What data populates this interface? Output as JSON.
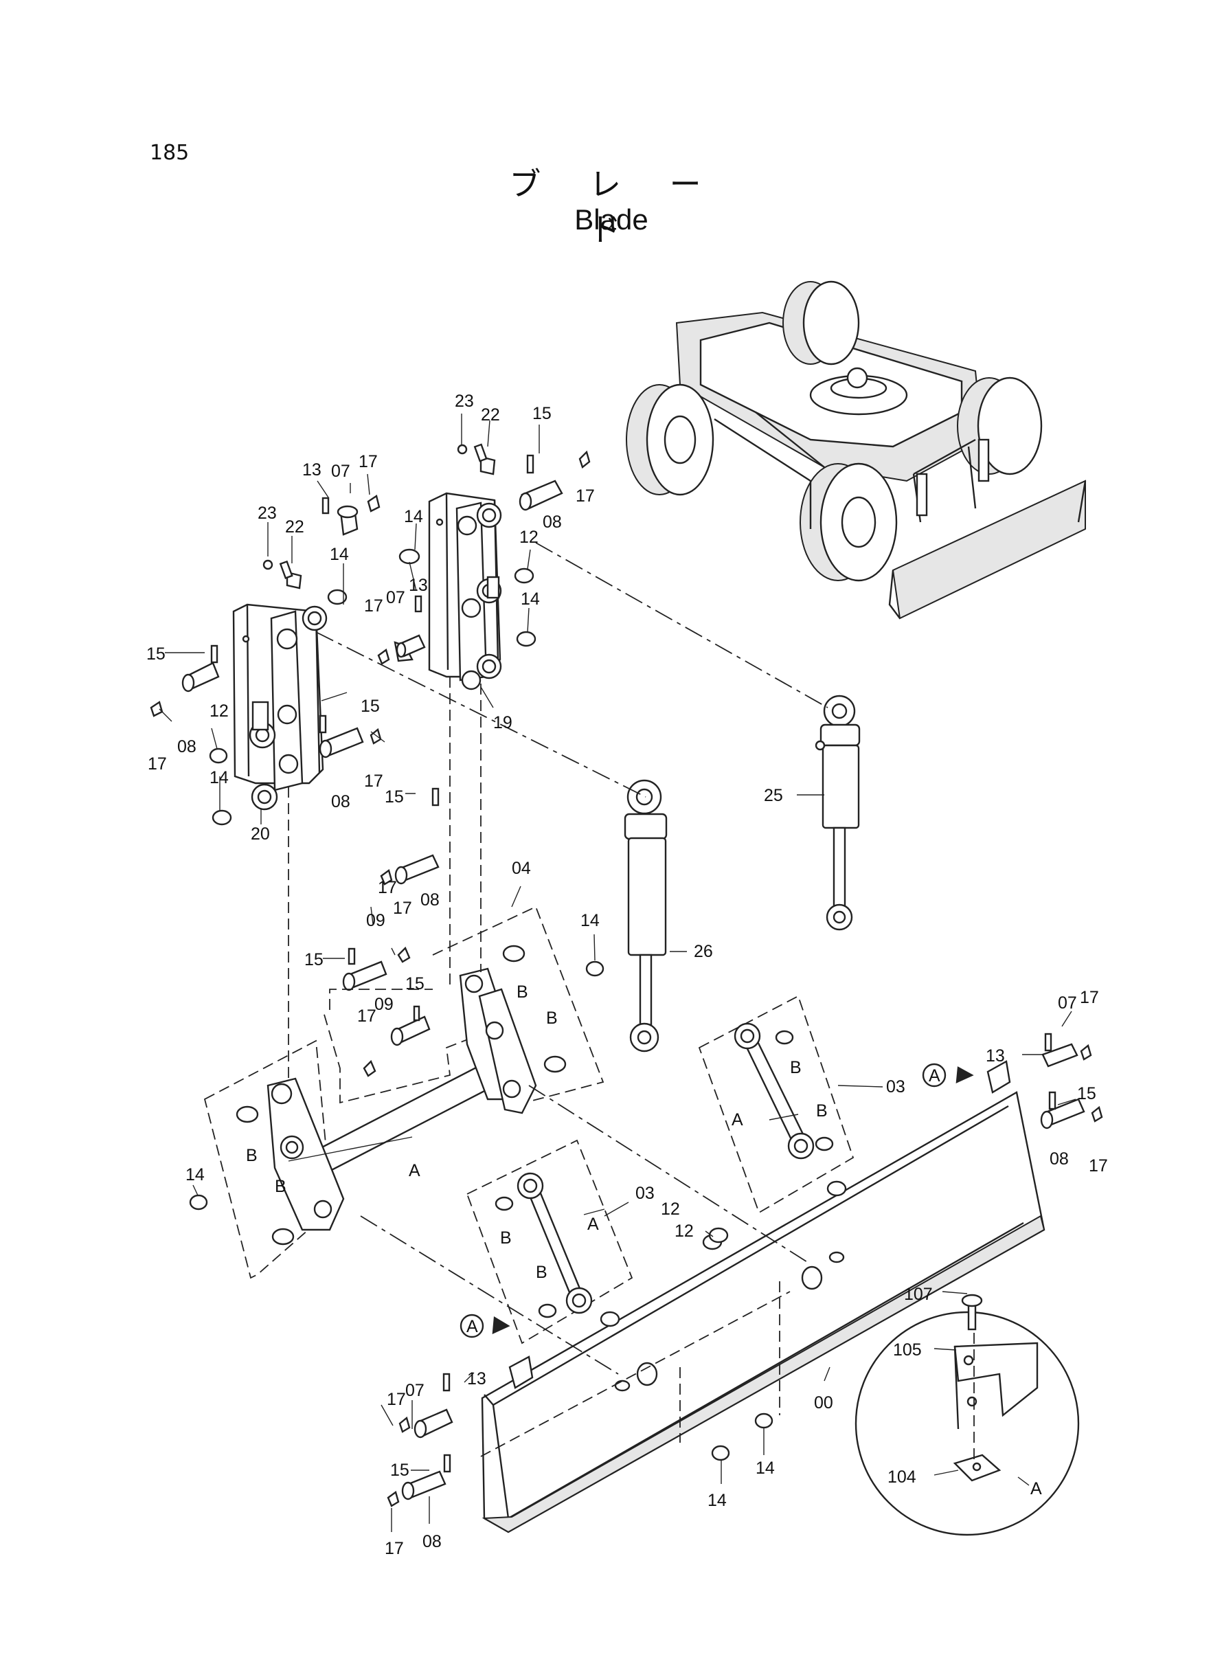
{
  "page_number": "185",
  "title_japanese": "ブ レ ー ド",
  "title_english": "Blade",
  "callouts": {
    "c23a": "23",
    "c22a": "22",
    "c15a": "15",
    "c13a": "13",
    "c07a": "07",
    "c17a": "17",
    "c17b": "17",
    "c08a": "08",
    "c23b": "23",
    "c22b": "22",
    "c14a": "14",
    "c12a": "12",
    "c14b": "14",
    "c13b": "13",
    "c17c": "17",
    "c07b": "07",
    "c14c": "14",
    "c15b": "15",
    "c12b": "12",
    "c17d": "17",
    "c08b": "08",
    "c19": "19",
    "c15c": "15",
    "c17e": "17",
    "c08c": "08",
    "c14d": "14",
    "c20": "20",
    "c15d": "15",
    "c17f": "17",
    "c08d": "08",
    "c25": "25",
    "c04": "04",
    "c09a": "09",
    "c17g": "17",
    "c14e": "14",
    "c15e": "15",
    "c26": "26",
    "c15f": "15",
    "c09b": "09",
    "c17h": "17",
    "cBa": "B",
    "cBb": "B",
    "c07c": "07",
    "c17i": "17",
    "c13c": "13",
    "cA1": "A",
    "c03a": "03",
    "cBc": "B",
    "cAbar": "A",
    "cBd": "B",
    "c15g": "15",
    "c17j": "17",
    "c08e": "08",
    "c14f": "14",
    "cBe": "B",
    "cAmain": "A",
    "cBf": "B",
    "c03b": "03",
    "cBg": "B",
    "cAlink": "A",
    "c12c": "12",
    "c12d": "12",
    "cBh": "B",
    "cA2": "A",
    "c107": "107",
    "c105": "105",
    "c17k": "17",
    "c07d": "07",
    "c13d": "13",
    "c00": "00",
    "c15h": "15",
    "c14g": "14",
    "c14h": "14",
    "c104": "104",
    "c17l": "17",
    "c08f": "08",
    "cAdetail": "A"
  }
}
